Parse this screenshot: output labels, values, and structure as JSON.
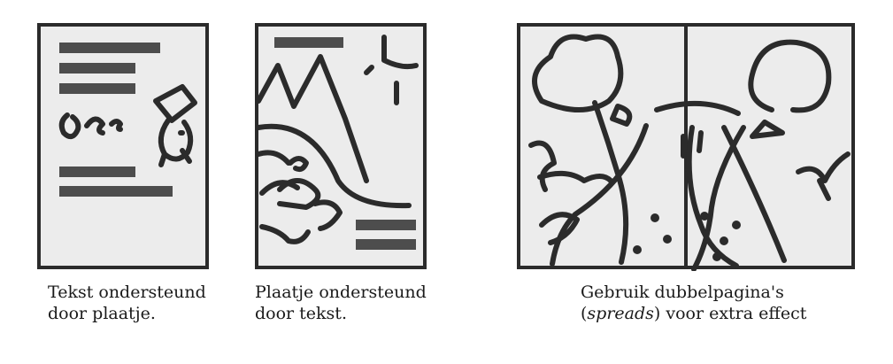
{
  "colors": {
    "page_fill": "#ececec",
    "ink": "#2b2b2b",
    "text_bar": "#4d4d4d"
  },
  "captions": {
    "text_supported": {
      "line1": "Tekst ondersteund",
      "line2": "door plaatje."
    },
    "picture_supported": {
      "line1": "Plaatje ondersteund",
      "line2": "door tekst."
    },
    "spread": {
      "line1": "Gebruik dubbelpagina's",
      "line2_open": "(",
      "line2_italic": "spreads",
      "line2_close": ") voor extra effect"
    }
  }
}
